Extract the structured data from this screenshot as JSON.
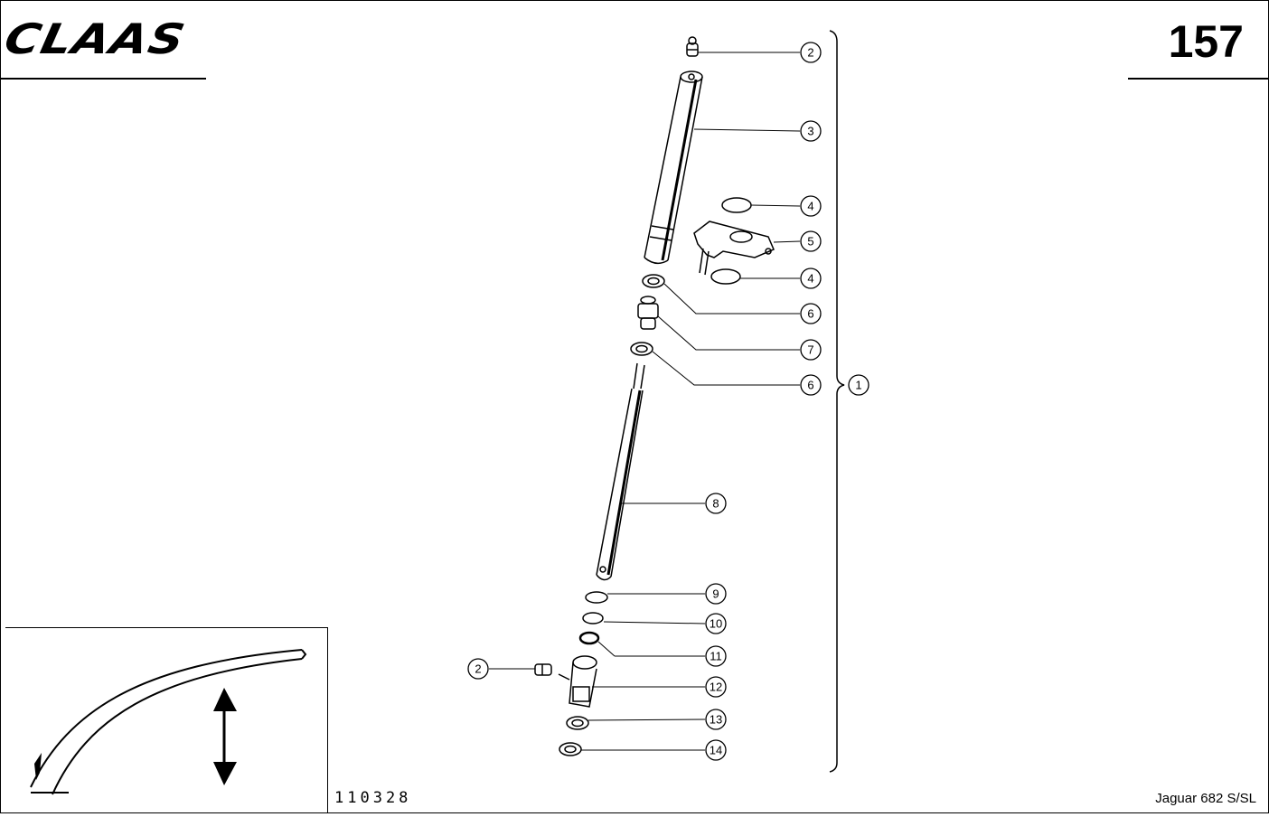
{
  "header": {
    "brand": "CLAAS",
    "page_number": "157"
  },
  "footer": {
    "drawing_id": "110328",
    "model": "Jaguar 682 S/SL"
  },
  "callouts": [
    {
      "id": "c2a",
      "label": "2"
    },
    {
      "id": "c3",
      "label": "3"
    },
    {
      "id": "c4a",
      "label": "4"
    },
    {
      "id": "c5",
      "label": "5"
    },
    {
      "id": "c4b",
      "label": "4"
    },
    {
      "id": "c6a",
      "label": "6"
    },
    {
      "id": "c7",
      "label": "7"
    },
    {
      "id": "c6b",
      "label": "6"
    },
    {
      "id": "c1",
      "label": "1"
    },
    {
      "id": "c8",
      "label": "8"
    },
    {
      "id": "c9",
      "label": "9"
    },
    {
      "id": "c10",
      "label": "10"
    },
    {
      "id": "c11",
      "label": "11"
    },
    {
      "id": "c2b",
      "label": "2"
    },
    {
      "id": "c12",
      "label": "12"
    },
    {
      "id": "c13",
      "label": "13"
    },
    {
      "id": "c14",
      "label": "14"
    }
  ]
}
